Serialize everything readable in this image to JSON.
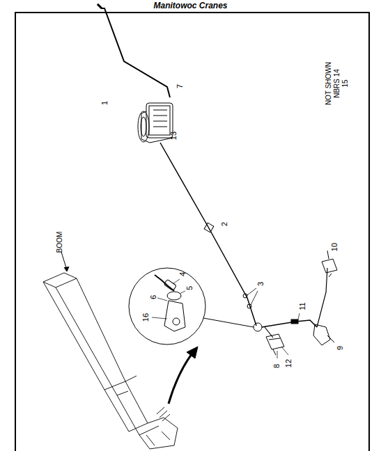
{
  "diagram": {
    "title": "Manitowoc Cranes",
    "labels": [
      "BOOM",
      "1",
      "13",
      "7",
      "2",
      "3",
      "4",
      "5",
      "6",
      "16",
      "8",
      "12",
      "11",
      "10",
      "9",
      "NOT SHOWN",
      "NBRS 14",
      "15"
    ]
  }
}
